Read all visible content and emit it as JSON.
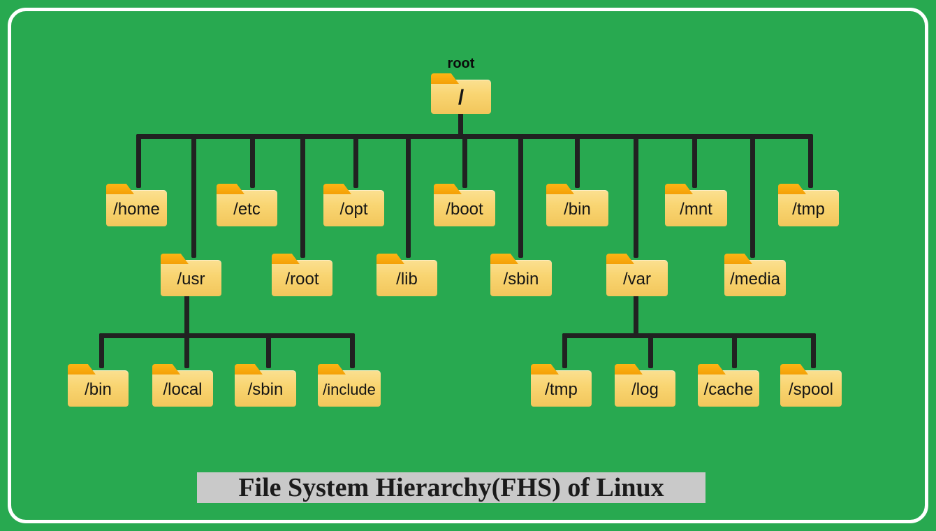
{
  "title": "File System Hierarchy(FHS) of Linux",
  "colors": {
    "background_green": "#28a950",
    "frame_white": "#ffffff",
    "connector_dark": "#212121",
    "folder_body_light": "#fbe091",
    "folder_body_dark": "#f2c65b",
    "folder_tab_orange": "#f5a60b",
    "title_bar_gray": "#c9c9c9",
    "title_text": "#1b1b1b",
    "folder_label_text": "#141414"
  },
  "tree": {
    "root_caption": "root",
    "root_label": "/",
    "level1_top": [
      "/home",
      "/etc",
      "/opt",
      "/boot",
      "/bin",
      "/mnt",
      "/tmp"
    ],
    "level1_bottom": [
      "/usr",
      "/root",
      "/lib",
      "/sbin",
      "/var",
      "/media"
    ],
    "usr_children": [
      "/bin",
      "/local",
      "/sbin",
      "/include"
    ],
    "var_children": [
      "/tmp",
      "/log",
      "/cache",
      "/spool"
    ]
  }
}
